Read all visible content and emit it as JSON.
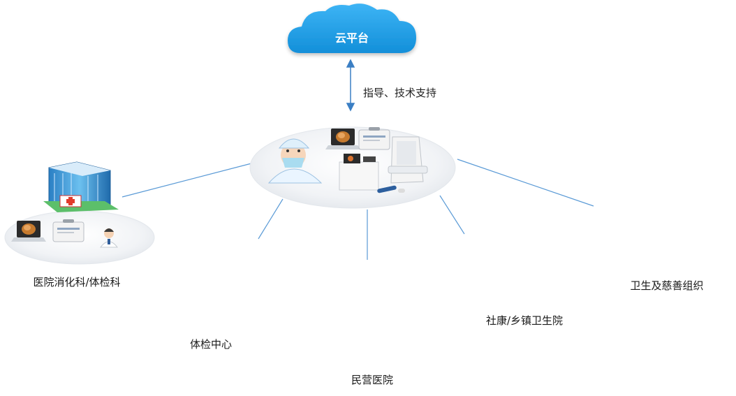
{
  "cloud": {
    "label": "云平台"
  },
  "link_label": "指导、技术支持",
  "nodes": {
    "hospital_digestive": "医院消化科/体检科",
    "checkup_center": "体检中心",
    "private_hospital": "民营医院",
    "community_clinic": "社康/乡镇卫生院",
    "charity_org": "卫生及慈善组织"
  },
  "colors": {
    "cloud": "#1f9fe8",
    "link": "#5a9ad6",
    "ellipse": "#eceff3",
    "building_glass": "#3aa0e0",
    "clinic_roof": "#e23b2b"
  }
}
